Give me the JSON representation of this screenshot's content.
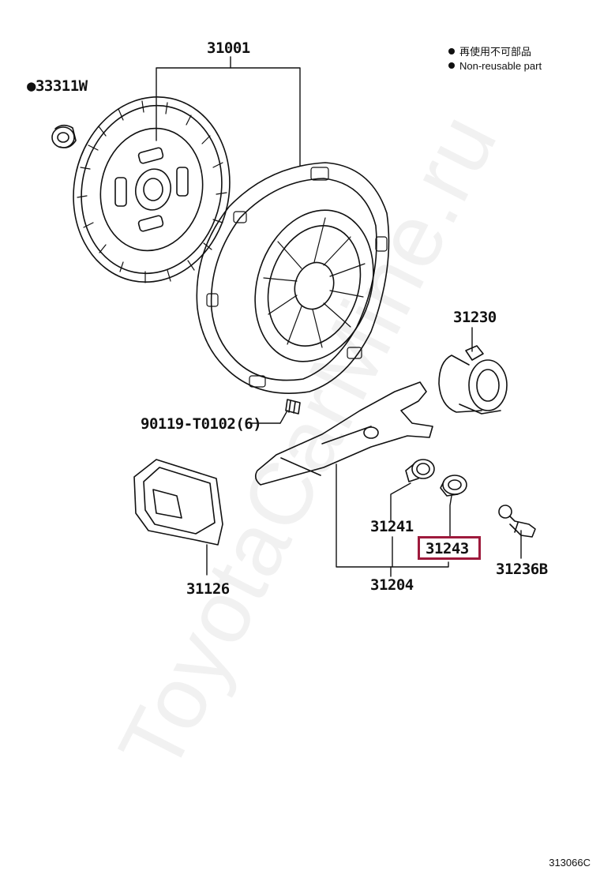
{
  "legend": {
    "jp": "再使用不可部品",
    "en": "Non-reusable part"
  },
  "parts": {
    "p31001": "31001",
    "p33311w": "●33311W",
    "p31230": "31230",
    "p90119": "90119-T0102(6)",
    "p31241": "31241",
    "p31243": "31243",
    "p31236b": "31236B",
    "p31126": "31126",
    "p31204": "31204"
  },
  "highlighted_part": "31243",
  "watermark": "ToyotaCarMine.ru",
  "diagram_code": "313066C",
  "colors": {
    "highlight": "#9e1a3c",
    "line": "#111111"
  }
}
